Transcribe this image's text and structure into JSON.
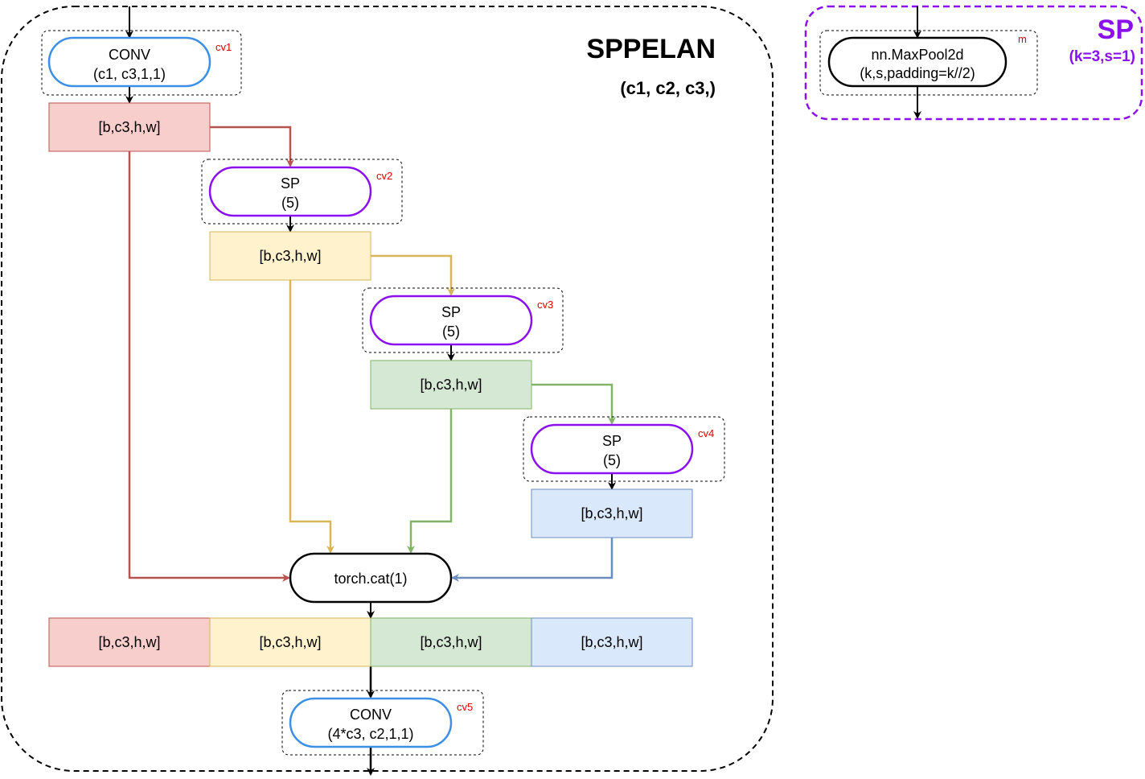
{
  "sppelan": {
    "title": "SPPELAN",
    "params": "(c1, c2, c3,)"
  },
  "sp_legend": {
    "title": "SP",
    "params": "(k=3,s=1)",
    "tag": "m",
    "node_line1": "nn.MaxPool2d",
    "node_line2": "(k,s,padding=k//2)"
  },
  "nodes": {
    "cv1": {
      "tag": "cv1",
      "line1": "CONV",
      "line2": "(c1, c3,1,1)"
    },
    "cv2": {
      "tag": "cv2",
      "line1": "SP",
      "line2": "(5)"
    },
    "cv3": {
      "tag": "cv3",
      "line1": "SP",
      "line2": "(5)"
    },
    "cv4": {
      "tag": "cv4",
      "line1": "SP",
      "line2": "(5)"
    },
    "cv5": {
      "tag": "cv5",
      "line1": "CONV",
      "line2": "(4*c3, c2,1,1)"
    },
    "cat": {
      "label": "torch.cat(1)"
    }
  },
  "tensors": {
    "t1": "[b,c3,h,w]",
    "t2": "[b,c3,h,w]",
    "t3": "[b,c3,h,w]",
    "t4": "[b,c3,h,w]",
    "concat": [
      "[b,c3,h,w]",
      "[b,c3,h,w]",
      "[b,c3,h,w]",
      "[b,c3,h,w]"
    ]
  },
  "colors": {
    "red_fill": "#f8cecc",
    "red_stroke": "#b85450",
    "yellow_fill": "#fff2cc",
    "yellow_stroke": "#d6b656",
    "green_fill": "#d5e8d4",
    "green_stroke": "#82b366",
    "blue_fill": "#dae8fc",
    "blue_stroke": "#6c8ebf",
    "conv_stroke": "#3b8fe6",
    "sp_stroke": "#8a10f0",
    "tag": "#e00000"
  }
}
